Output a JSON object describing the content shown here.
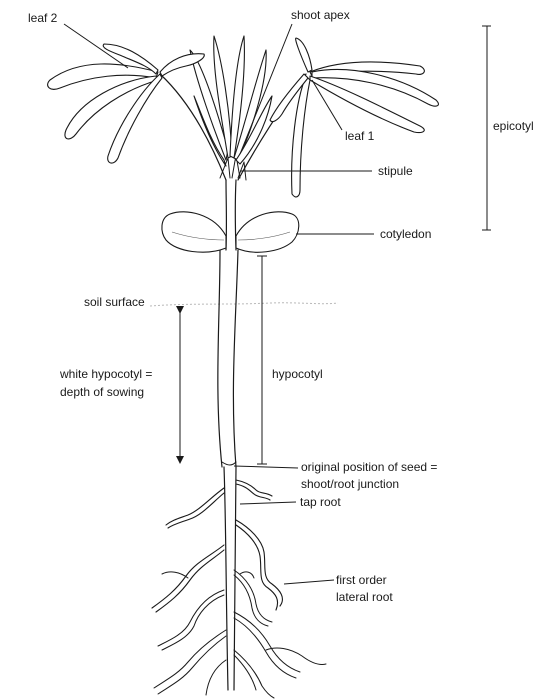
{
  "labels": {
    "leaf_2": "leaf 2",
    "shoot_apex": "shoot apex",
    "leaf_1": "leaf 1",
    "epicotyl": "epicotyl",
    "stipule": "stipule",
    "cotyledon": "cotyledon",
    "soil_surface": "soil surface",
    "white_hypocotyl_line1": "white hypocotyl =",
    "white_hypocotyl_line2": "depth of sowing",
    "hypocotyl": "hypocotyl",
    "seed_position_line1": "original position of seed =",
    "seed_position_line2": "shoot/root junction",
    "tap_root": "tap root",
    "lateral_root_line1": "first order",
    "lateral_root_line2": "lateral root"
  }
}
